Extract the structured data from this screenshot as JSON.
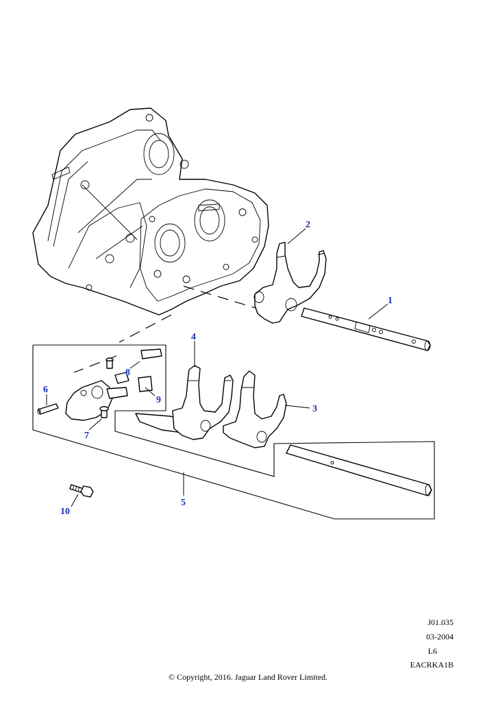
{
  "callouts": {
    "c1": "1",
    "c2": "2",
    "c3": "3",
    "c4": "4",
    "c5": "5",
    "c6": "6",
    "c7": "7",
    "c8": "8",
    "c9": "9",
    "c10": "10"
  },
  "housing_marking": "",
  "meta": {
    "drawing_ref": "J01.035",
    "date": "03-2004",
    "level": "L6",
    "catalog_code": "EACRKA1B"
  },
  "copyright": "© Copyright, 2016. Jaguar Land Rover Limited.",
  "colors": {
    "callout": "#1a2fb8",
    "line": "#000000",
    "background": "#ffffff"
  }
}
